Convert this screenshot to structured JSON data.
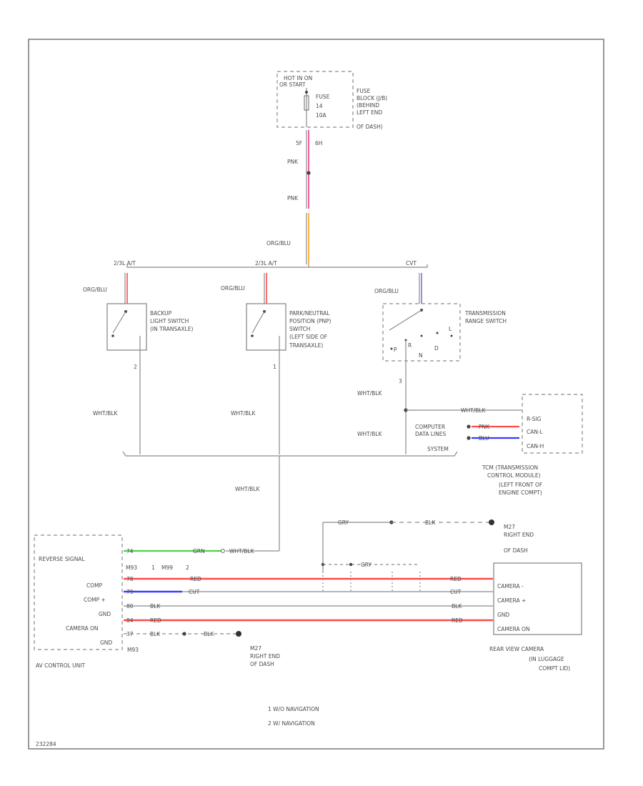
{
  "fuse_block": {
    "power_label_1": "HOT IN ON",
    "power_label_2": "OR START",
    "fuse_label": "FUSE",
    "fuse_number": "14",
    "fuse_amps": "10A",
    "location": [
      "FUSE",
      "BLOCK (J/B)",
      "(BEHIND",
      "LEFT END",
      "OF DASH)"
    ],
    "pin_left": "5F",
    "pin_right": "6H"
  },
  "wires": {
    "pnk": "PNK",
    "org_blu": "ORG/BLU",
    "wht_blk": "WHT/BLK",
    "grn": "GRN",
    "red": "RED",
    "blk": "BLK",
    "gry": "GRY",
    "cut": "CUT",
    "pnk_dk": "PNK",
    "pnk_blu": "BLU"
  },
  "splices": {
    "left": "2/3L A/T",
    "middle": "2/3L A/T",
    "right": "CVT"
  },
  "switches": {
    "backup": [
      "BACKUP",
      "LIGHT SWITCH",
      "(IN TRANSAXLE)"
    ],
    "pnp": [
      "PARK/NEUTRAL",
      "POSITION (PNP)",
      "SWITCH",
      "(LEFT SIDE OF",
      "TRANSAXLE)"
    ],
    "transmission": [
      "TRANSMISSION",
      "RANGE SWITCH"
    ],
    "pin_2": "2",
    "pin_1": "1",
    "trs_pin": "3",
    "trs_letters": [
      "P",
      "R",
      "N",
      "D",
      "L"
    ]
  },
  "data_lines": [
    "COMPUTER",
    "DATA LINES",
    "SYSTEM"
  ],
  "tcm": {
    "pins": [
      "R-SIG",
      "CAN-L",
      "CAN-H"
    ],
    "label": [
      "TCM (TRANSMISSION",
      "CONTROL MODULE)",
      "(LEFT FRONT OF",
      "ENGINE COMPT)"
    ]
  },
  "av_unit": {
    "name": "AV CONTROL UNIT",
    "pins": [
      "REVERSE SIGNAL",
      "COMP",
      "COMP +",
      "GND",
      "CAMERA ON",
      "GND"
    ],
    "pin_nums": [
      "74",
      "78",
      "79",
      "80",
      "84",
      "37"
    ],
    "connector_labels": [
      "M93",
      "1",
      "M99",
      "2",
      "M93"
    ]
  },
  "camera": {
    "name": [
      "REAR VIEW CAMERA",
      "(IN LUGGAGE",
      "COMPT LID)"
    ],
    "pins": [
      "CAMERA -",
      "CAMERA +",
      "GND",
      "CAMERA ON"
    ]
  },
  "grounds": {
    "top_label": [
      "M27",
      "RIGHT END",
      "OF DASH"
    ],
    "bottom_label": [
      "M27",
      "RIGHT END",
      "OF DASH"
    ]
  },
  "notes": [
    "1   W/O NAVIGATION",
    "2   W/ NAVIGATION"
  ],
  "footer_id": "232284",
  "colors": {
    "pink": "#ff5aa0",
    "orange": "#ffb347",
    "red": "#ff4a4a",
    "green": "#4cd24c",
    "blue": "#3a3aff",
    "purple": "#8c6cd8",
    "gray": "#8a8a8a"
  }
}
